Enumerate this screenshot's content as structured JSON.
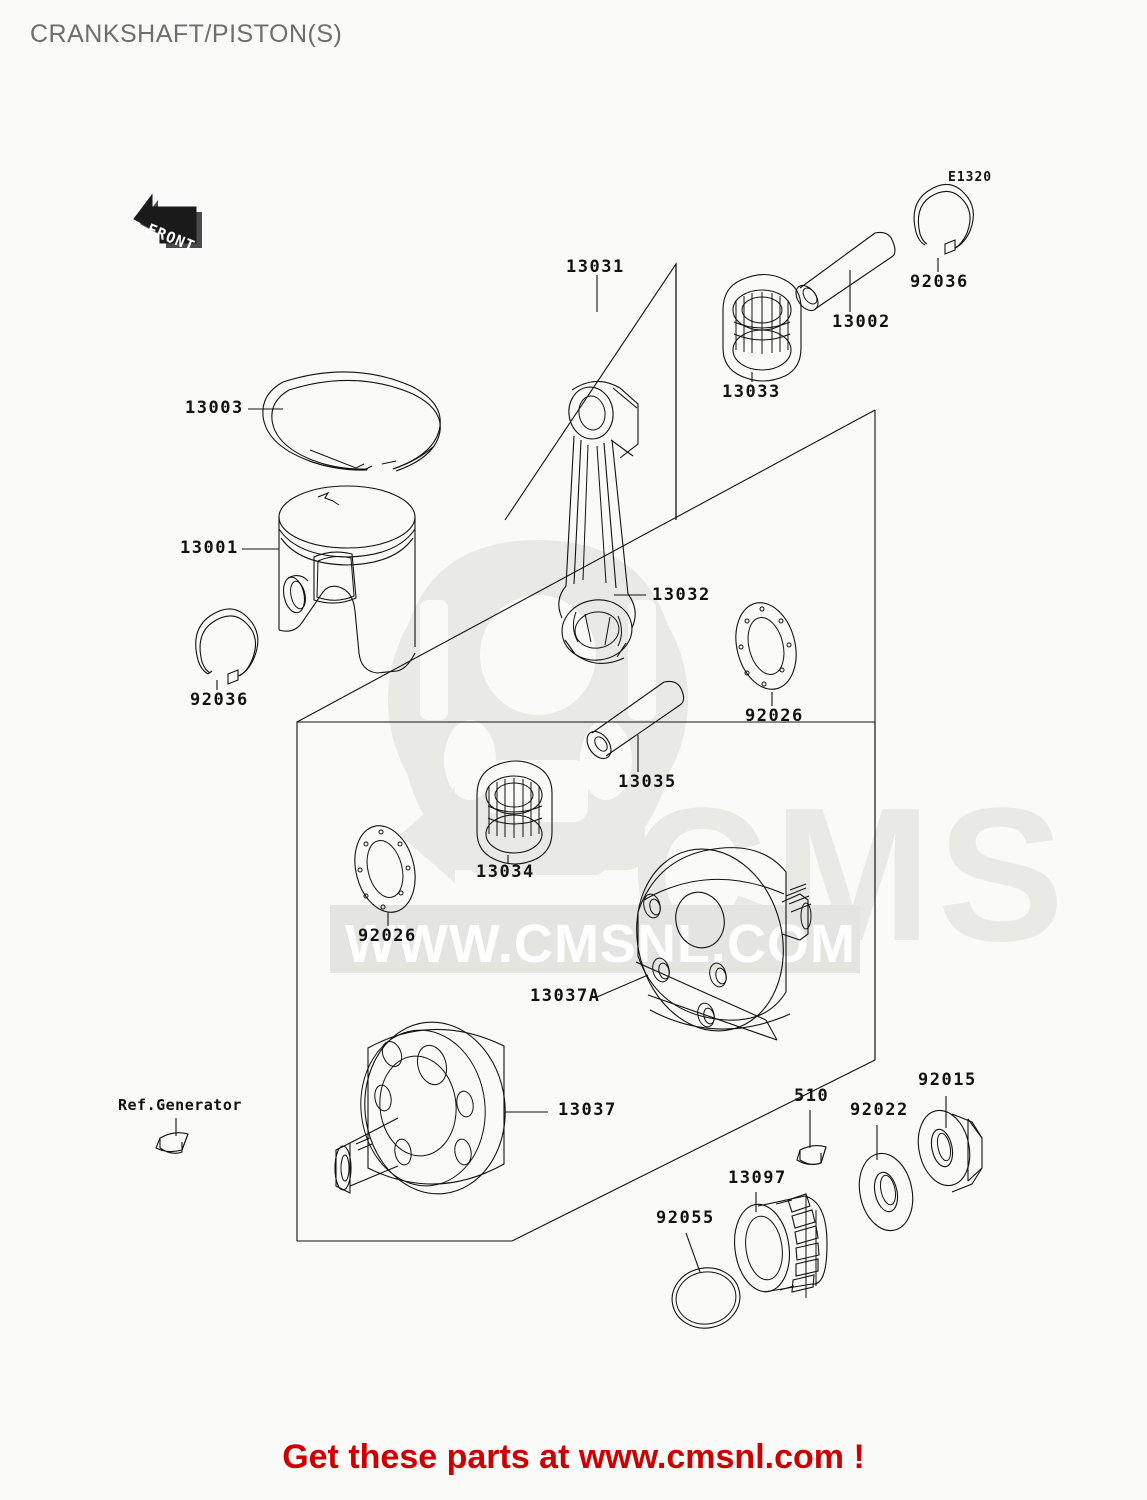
{
  "header": {
    "title": "CRANKSHAFT/PISTON(S)"
  },
  "diagram": {
    "code": "E1320",
    "orientation_badge": "FRONT"
  },
  "footer": {
    "text": "Get these parts at www.cmsnl.com !"
  },
  "watermark": {
    "logo_text": "CMS",
    "url_text": "WWW.CMSNL.COM"
  },
  "labels": {
    "ring_set": "13003",
    "piston": "13001",
    "circlip_left": "92036",
    "conrod_kit": "13031",
    "conrod": "13032",
    "small_end_bearing": "13033",
    "piston_pin": "13002",
    "circlip_right": "92036",
    "crank_pin": "13035",
    "thrust_washer_right": "92026",
    "big_end_bearing": "13034",
    "thrust_washer_left": "92026",
    "crank_web_right": "13037A",
    "crank_web_left": "13037",
    "ref_generator": "Ref.Generator",
    "woodruff_key": "510",
    "washer": "92022",
    "nut": "92015",
    "primary_gear": "13097",
    "o_ring": "92055"
  },
  "parts": [
    {
      "number": "13003",
      "name": "piston-ring-set"
    },
    {
      "number": "13001",
      "name": "piston"
    },
    {
      "number": "92036",
      "name": "piston-pin-circlip-left"
    },
    {
      "number": "13031",
      "name": "connecting-rod-kit"
    },
    {
      "number": "13032",
      "name": "connecting-rod"
    },
    {
      "number": "13033",
      "name": "small-end-needle-bearing"
    },
    {
      "number": "13002",
      "name": "piston-pin"
    },
    {
      "number": "92036",
      "name": "piston-pin-circlip-right"
    },
    {
      "number": "13035",
      "name": "crank-pin"
    },
    {
      "number": "92026",
      "name": "thrust-washer-right"
    },
    {
      "number": "13034",
      "name": "big-end-needle-bearing"
    },
    {
      "number": "92026",
      "name": "thrust-washer-left"
    },
    {
      "number": "13037A",
      "name": "crankshaft-web-right"
    },
    {
      "number": "13037",
      "name": "crankshaft-web-left"
    },
    {
      "number": "510",
      "name": "woodruff-key"
    },
    {
      "number": "92022",
      "name": "washer"
    },
    {
      "number": "92015",
      "name": "nut"
    },
    {
      "number": "13097",
      "name": "primary-drive-gear"
    },
    {
      "number": "92055",
      "name": "o-ring"
    }
  ],
  "colors": {
    "background": "#fafaf9",
    "line": "#111111",
    "title": "#6e6e6e",
    "footer": "#cc0000",
    "watermark": "#e9e9e6"
  }
}
